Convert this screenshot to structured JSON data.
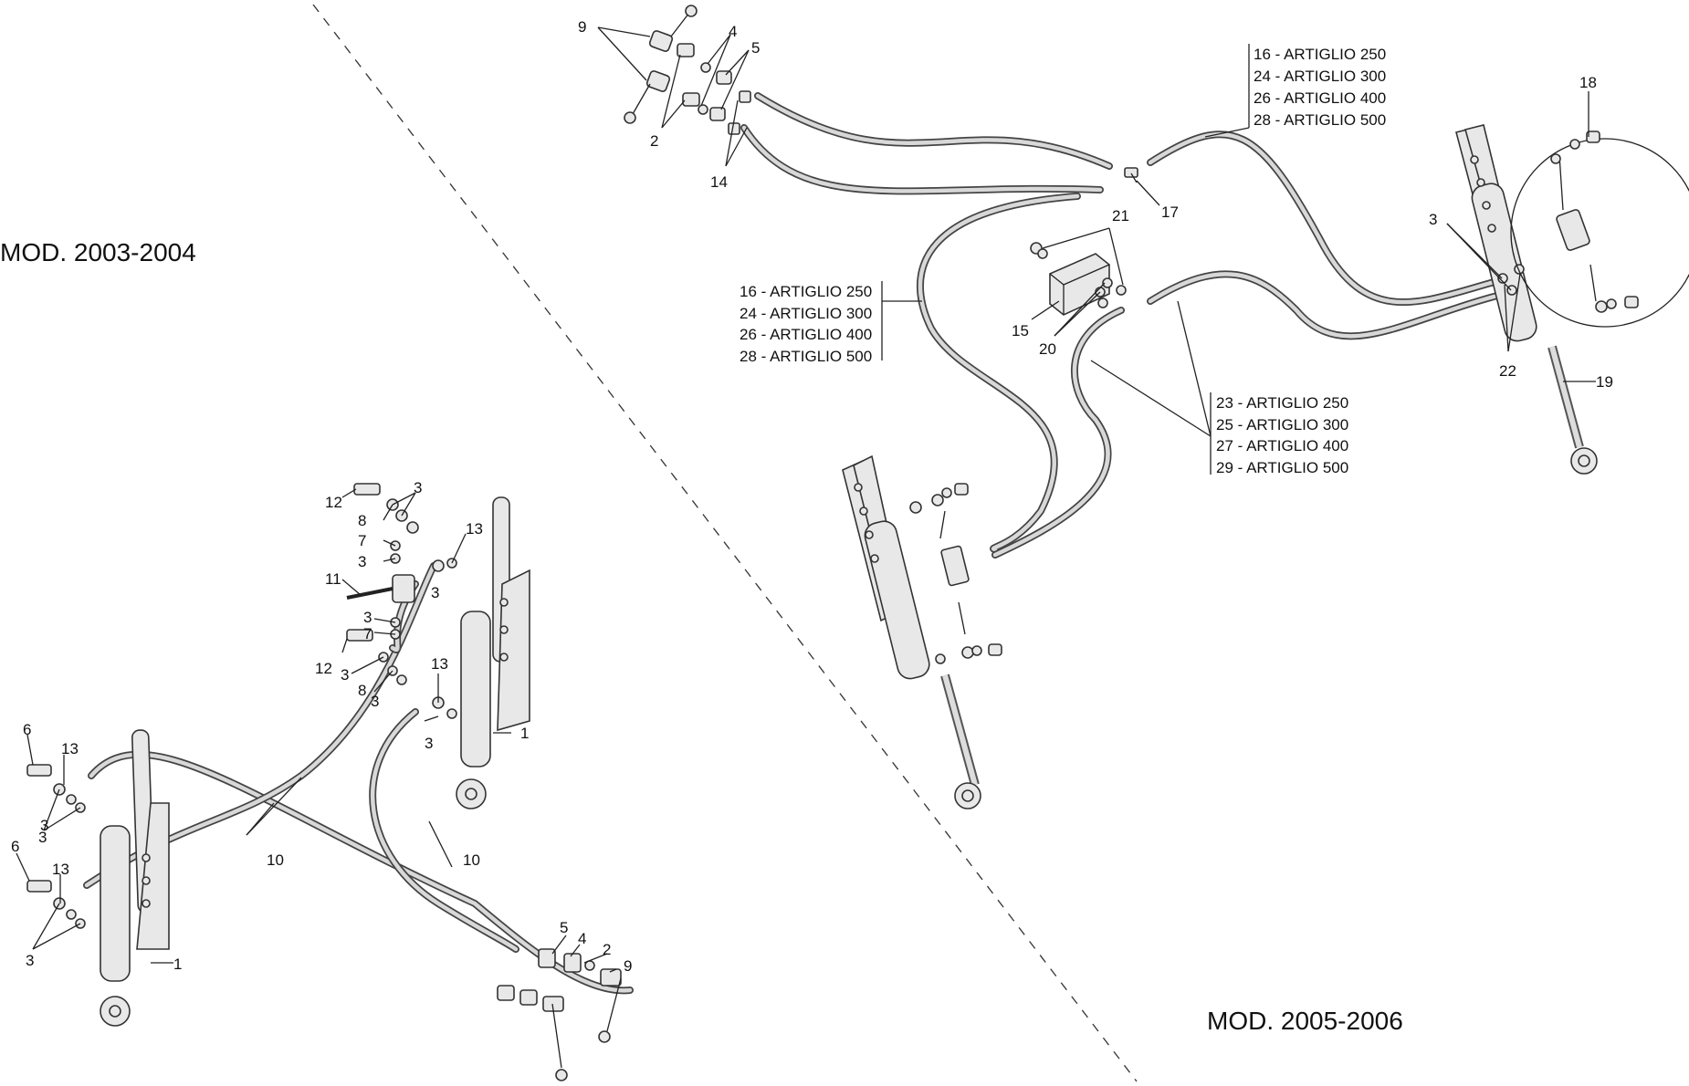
{
  "models": {
    "left": "MOD. 2003-2004",
    "right": "MOD. 2005-2006"
  },
  "ref_groups": {
    "a": [
      "16 - ARTIGLIO 250",
      "24 - ARTIGLIO 300",
      "26 - ARTIGLIO 400",
      "28 - ARTIGLIO 500"
    ],
    "b": [
      "16 - ARTIGLIO 250",
      "24 - ARTIGLIO 300",
      "26 - ARTIGLIO 400",
      "28 - ARTIGLIO 500"
    ],
    "c": [
      "23 - ARTIGLIO 250",
      "25 - ARTIGLIO 300",
      "27 - ARTIGLIO 400",
      "29 - ARTIGLIO 500"
    ]
  },
  "callouts": {
    "c9a": "9",
    "c4a": "4",
    "c5a": "5",
    "c2a": "2",
    "c14": "14",
    "c17": "17",
    "c21": "21",
    "c15": "15",
    "c20": "20",
    "c18": "18",
    "c3r": "3",
    "c22": "22",
    "c19": "19",
    "c12a": "12",
    "c3a": "3",
    "c8a": "8",
    "c7a": "7",
    "c3b": "3",
    "c13a": "13",
    "c11": "11",
    "c3c": "3",
    "c3d": "3",
    "c7b": "7",
    "c12b": "12",
    "c3e": "3",
    "c8b": "8",
    "c3f": "3",
    "c13b": "13",
    "c3g": "3",
    "c1a": "1",
    "c6a": "6",
    "c13c": "13",
    "c3h": "3",
    "c10a": "10",
    "c6b": "6",
    "c13d": "13",
    "c3i": "3",
    "c1b": "1",
    "c10b": "10",
    "c5b": "5",
    "c4b": "4",
    "c2b": "2",
    "c9b": "9",
    "c3j": "3"
  }
}
